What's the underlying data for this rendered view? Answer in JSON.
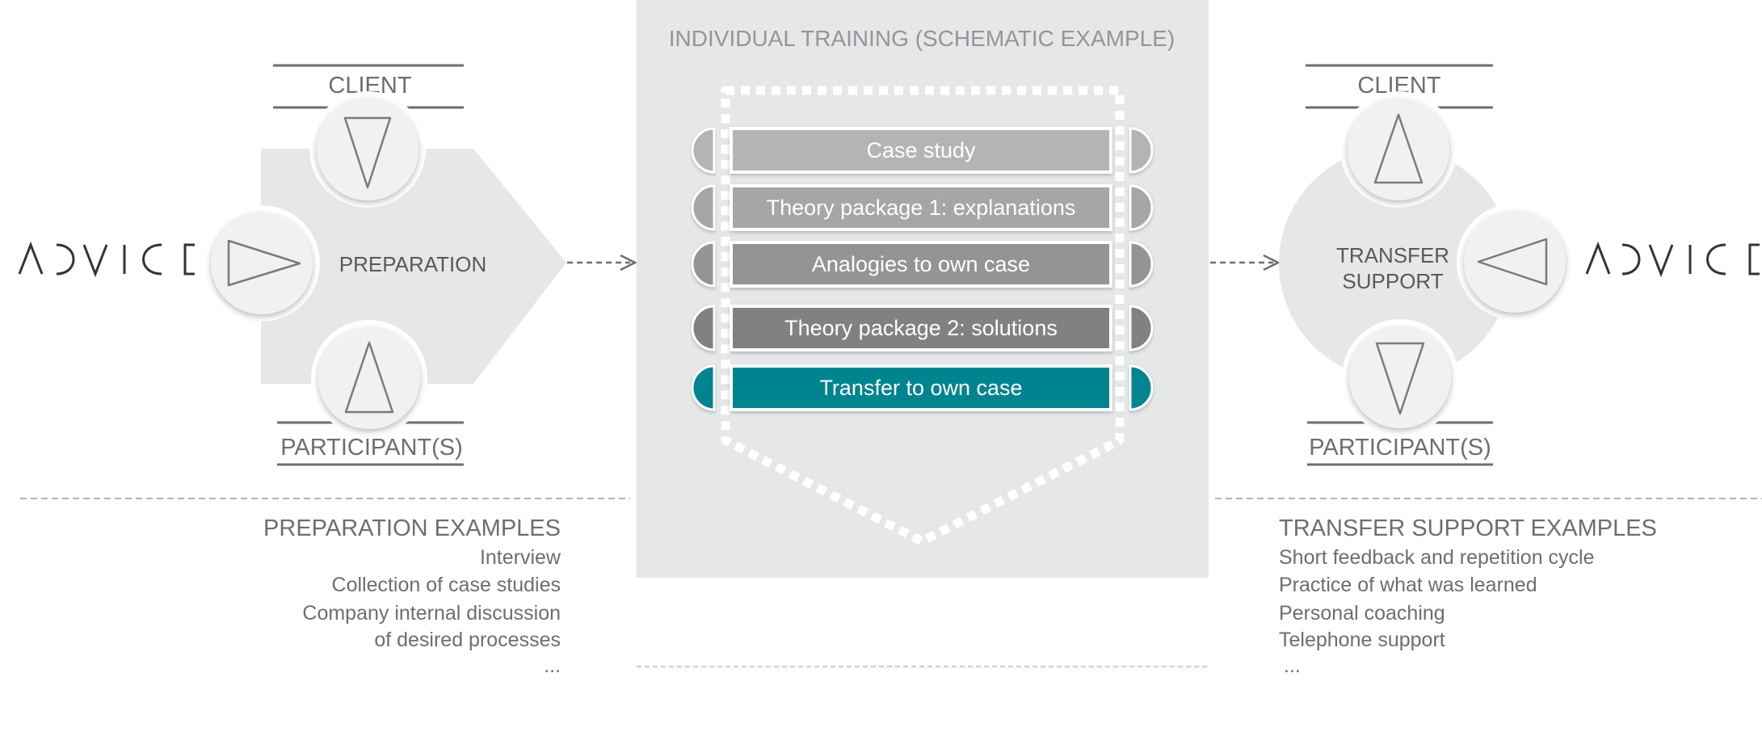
{
  "brand": {
    "logo_text": "ADVICE"
  },
  "left": {
    "top_label": "CLIENT",
    "center_label": "PREPARATION",
    "bottom_label": "PARTICIPANT(S)",
    "examples_title": "PREPARATION EXAMPLES",
    "examples": [
      "Interview",
      "Collection of case studies",
      "Company internal discussion",
      "of desired processes",
      "..."
    ]
  },
  "center": {
    "title": "INDIVIDUAL TRAINING (SCHEMATIC EXAMPLE)",
    "modules": [
      {
        "label": "Case study",
        "color": "#b3b4b6"
      },
      {
        "label": "Theory package 1: explanations",
        "color": "#a5a6a8"
      },
      {
        "label": "Analogies to own case",
        "color": "#939496"
      },
      {
        "label": "Theory package 2: solutions",
        "color": "#808183"
      },
      {
        "label": "Transfer to own case",
        "color": "#00848f"
      }
    ]
  },
  "right": {
    "top_label": "CLIENT",
    "center_label_line1": "TRANSFER",
    "center_label_line2": "SUPPORT",
    "bottom_label": "PARTICIPANT(S)",
    "examples_title": "TRANSFER SUPPORT EXAMPLES",
    "examples": [
      "Short feedback and repetition cycle",
      "Practice of what was learned",
      "Personal coaching",
      "Telephone support",
      "..."
    ]
  },
  "colors": {
    "text": "#6d6e70",
    "shape_fill": "#e6e7e8",
    "panel_bg": "#e6e7e8",
    "accent": "#00848f"
  }
}
